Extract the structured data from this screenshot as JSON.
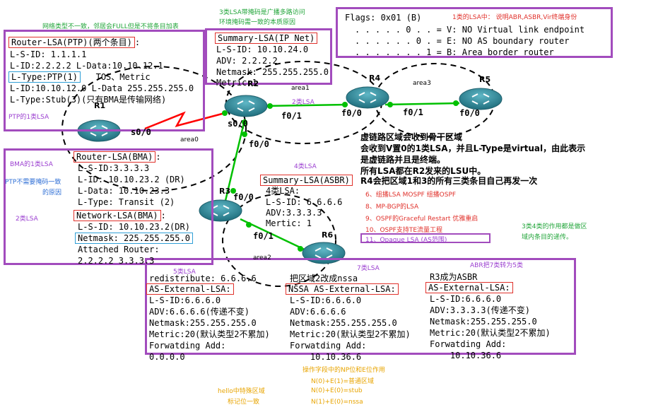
{
  "annotations": {
    "top_left_note": "网络类型不一致，邻居会FULL但是不将条目加表",
    "top_mid_note_1": "3类LSA带掩码是广播多路访问",
    "top_mid_note_2": "环境掩码需一致的本质原因",
    "ptp_lsa": "PTP的1类LSA",
    "bma_lsa": "BMA的1类LSA",
    "ptp_no_mask_1": "PTP不需要掩码一致",
    "ptp_no_mask_2": "的原因",
    "type2_lsa_left": "2类LSA",
    "type2_lsa_mid": "2类LSA",
    "type4_lsa": "4类LSA",
    "type5_lsa": "5类LSA",
    "type7_lsa": "7类LSA",
    "abr_7to5": "ABR把7类转为5类",
    "type34_note_1": "3类4类的作用都是做区",
    "type34_note_2": "域内条目的递传。",
    "hello_note_1": "hello中特殊区域",
    "hello_note_2": "标记位一致",
    "ne_bits_title": "操作字段中的NP位和E位作用",
    "ne_bits": [
      "N(0)+E(1)=普通区域",
      "N(0)+E(0)=stub",
      "N(1)+E(0)=nssa"
    ],
    "flags_note": "1类的LSA中： 说明ABR,ASBR,Vir终端身份"
  },
  "flags": {
    "title": "Flags: 0x01 (B)",
    "rows": [
      ". . . .  . 0 . . = V: NO Virtual link endpoint",
      ". . . .  . . 0 . = E: NO AS boundary router",
      ". . . .  . . . 1 = B: Area border router"
    ]
  },
  "router_lsa_ptp": {
    "header": "Router-LSA(PTP)(两个条目)",
    "colon": ":",
    "lines": [
      "L-S-ID: 1.1.1.1",
      "L-ID:2.2.2.2 L-Data:10.10.12.1"
    ],
    "ltype_boxed": "L-Type:PTP(1)",
    "ltype_tail": "   TOS、Metric",
    "lines2": [
      "L-ID:10.10.12.0 L-Data 255.255.255.0",
      "L-Type:Stub(3)(只有BMA是传输网络)"
    ]
  },
  "summary_lsa_ipnet": {
    "header": "Summary-LSA(IP Net)",
    "lines": [
      "L-S-ID: 10.10.24.0",
      "ADV: 2.2.2.2",
      "Netmask: 255.255.255.0",
      "Metric:1"
    ]
  },
  "router_lsa_bma": {
    "header": "Router-LSA(BMA)",
    "colon": ":",
    "lines": [
      "L-S-ID:3.3.3.3",
      "L-ID: 10.10.23.2 (DR)",
      "L-Data: 10.10.23.3",
      "L-Type: Transit (2)"
    ]
  },
  "network_lsa_bma": {
    "header": "Network-LSA(BMA)",
    "colon": ":",
    "lines": [
      "L-S-ID: 10.10.23.2(DR)"
    ],
    "netmask_boxed": "Netmask: 225.255.255.0",
    "attached": "Attached Router:",
    "attached_list": "2.2.2.2 3.3.3.3"
  },
  "summary_lsa_asbr": {
    "header": "Summary-LSA(ASBR)",
    "prefix": "4类LSA:",
    "lines": [
      "L-S-ID: 6.6.6.6",
      "ADV:3.3.3.3",
      "Mertic: 1"
    ]
  },
  "vlink_text": {
    "lines": [
      "虚链路区域会收到骨干区域",
      "会收到V置0的1类LSA，并且L-Type是virtual，由此表示",
      "是虚链路并且是终端。",
      "所有LSA都在R2发来的LSU中。"
    ],
    "r4_line": "R4会把区域1和3的所有三类条目自己再发一次"
  },
  "lsa_list": [
    {
      "text": "6、组播LSA  MOSPF  组播OSPF",
      "color": "red"
    },
    {
      "text": "8、MP-BGP的LSA",
      "color": "red"
    },
    {
      "text": "9、OSPF的Graceful Restart 优雅重启",
      "color": "red"
    },
    {
      "text": "10、OSPF支持TE流量工程",
      "color": "red"
    },
    {
      "text": "11、Opaque LSA  (AS范围)",
      "color": "purple"
    }
  ],
  "as_external_1": {
    "pre": "redistribute: 6.6.6.6",
    "header": "AS-External-LSA:",
    "lines": [
      "L-S-ID:6.6.6.0",
      "ADV:6.6.6.6(传递不变)",
      "Netmask:255.255.255.0",
      "Metric:20(默认类型2不累加)",
      "Forwatding Add:",
      "0.0.0.0"
    ]
  },
  "nssa_external": {
    "pre": "把区域2改成nssa",
    "header": "NSSA AS-External-LSA:",
    "lines": [
      "L-S-ID:6.6.6.0",
      "ADV:6.6.6.6",
      "Netmask:255.255.255.0",
      "Metric:20(默认类型2不累加)",
      "Forwatding Add:",
      "    10.10.36.6"
    ]
  },
  "as_external_2": {
    "pre": "R3成为ASBR",
    "header": "AS-External-LSA:",
    "lines": [
      "L-S-ID:6.6.6.0",
      "ADV:3.3.3.3(传递不变)",
      "Netmask:255.255.255.0",
      "Metric:20(默认类型2不累加)",
      "Forwatding Add:",
      "    10.10.36.6"
    ]
  },
  "routers": [
    "R1",
    "R2",
    "R3",
    "R4",
    "R5",
    "R6"
  ],
  "interfaces": {
    "r1_s00": "s0/0",
    "r2_s00": "s0/0",
    "r2_f01": "f0/1",
    "r2_f00": "f0/0",
    "r4_f00": "f0/0",
    "r4_f01": "f0/1",
    "r5_f00": "f0/0",
    "r3_f00": "f0/0",
    "r3_f01": "f0/1"
  },
  "areas": [
    "area0",
    "area1",
    "area3",
    "area2"
  ],
  "colors": {
    "purple_box": "#a24cbd",
    "red": "#e0312b",
    "green": "#22a53a",
    "link_green": "#00c000",
    "router": "#2f8a9a"
  }
}
